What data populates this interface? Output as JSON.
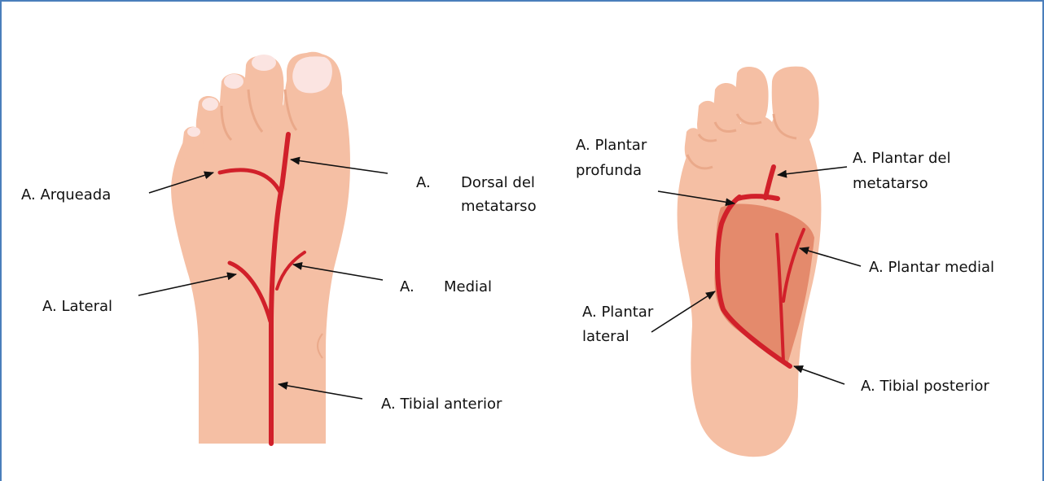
{
  "colors": {
    "skin": "#f5bfa4",
    "skin_shade": "#eaa98a",
    "nail": "#fbe4e1",
    "sole_region": "#e48a6c",
    "artery": "#d1202a",
    "pointer": "#111111",
    "border": "#4a7ebb"
  },
  "dorsal_foot": {
    "arqueada": "A. Arqueada",
    "dorsal_a": "A.",
    "dorsal_rest": "Dorsal del",
    "dorsal_line2": "metatarso",
    "medial_a": "A.",
    "medial_rest": "Medial",
    "lateral": "A. Lateral",
    "tibial_anterior": "A. Tibial anterior"
  },
  "plantar_foot": {
    "profunda_line1": "A. Plantar",
    "profunda_line2": "profunda",
    "metatarso_line1": "A. Plantar del",
    "metatarso_line2": "metatarso",
    "medial": "A. Plantar medial",
    "lateral_line1": "A. Plantar",
    "lateral_line2": "lateral",
    "tibial_posterior": "A. Tibial posterior"
  }
}
